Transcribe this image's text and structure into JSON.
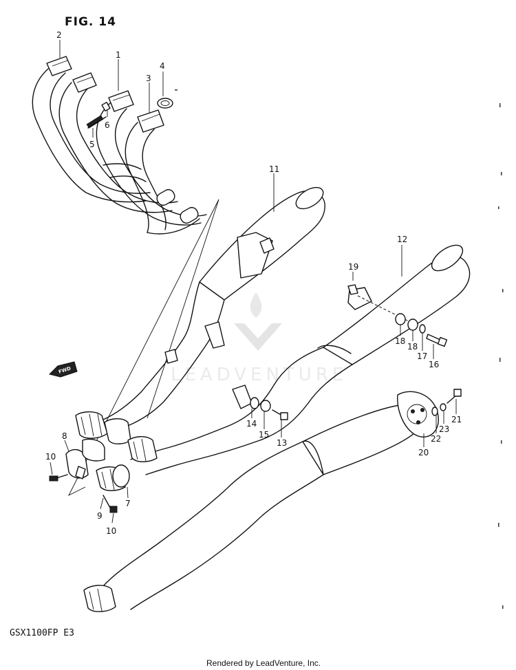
{
  "figure": {
    "title": "FIG. 14",
    "model_code": "GSX1100FP  E3",
    "credit": "Rendered by LeadVenture, Inc.",
    "watermark": "LEADVENTURE",
    "fwd_label": "FWD"
  },
  "callouts": {
    "c1": "1",
    "c2": "2",
    "c3": "3",
    "c4": "4",
    "c5": "5",
    "c6": "6",
    "c7": "7",
    "c8": "8",
    "c9": "9",
    "c10a": "10",
    "c10b": "10",
    "c11": "11",
    "c12": "12",
    "c13": "13",
    "c14": "14",
    "c15": "15",
    "c16": "16",
    "c17": "17",
    "c18a": "18",
    "c18b": "18",
    "c19": "19",
    "c20": "20",
    "c21": "21",
    "c22": "22",
    "c23": "23"
  }
}
